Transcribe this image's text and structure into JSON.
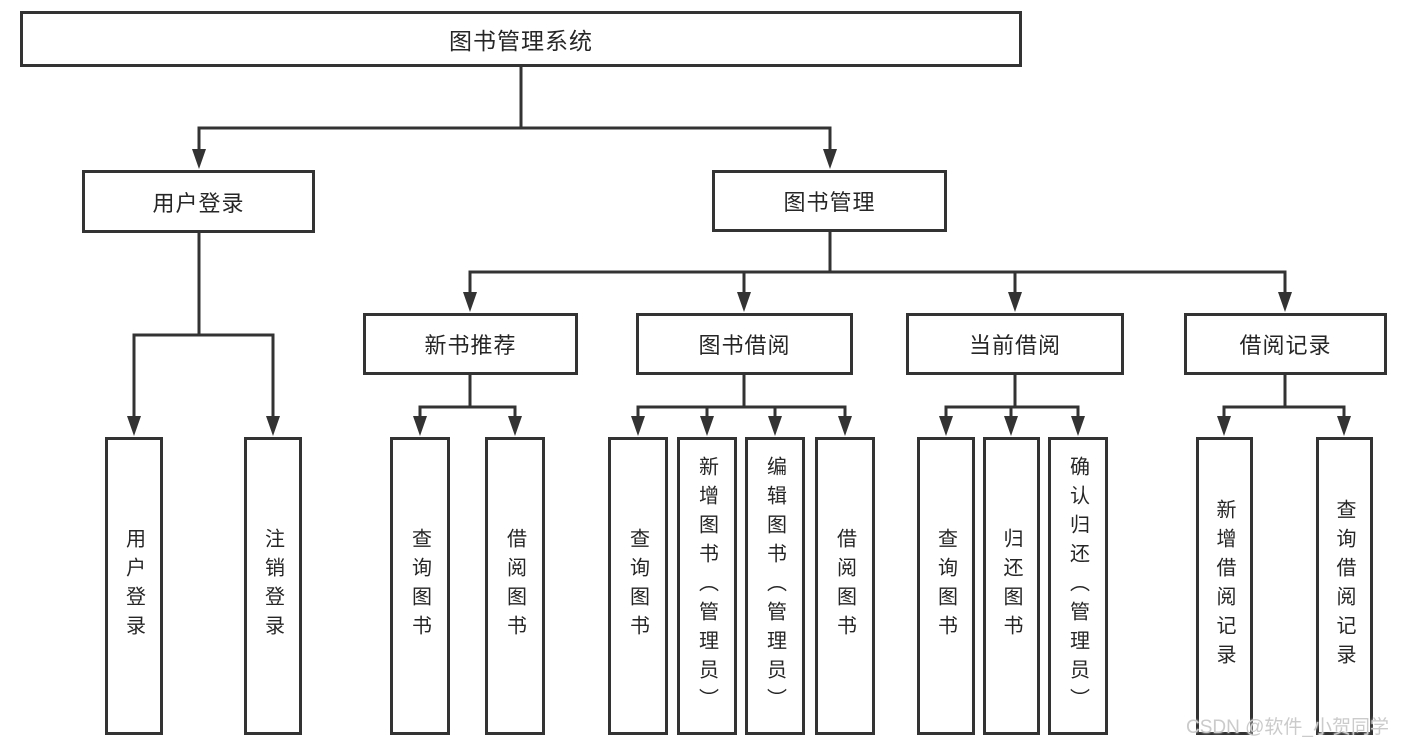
{
  "diagram_type": "hierarchy-tree",
  "tree": {
    "label": "图书管理系统",
    "children": [
      {
        "label": "用户登录",
        "children": [
          {
            "label": "用户登录"
          },
          {
            "label": "注销登录"
          }
        ]
      },
      {
        "label": "图书管理",
        "children": [
          {
            "label": "新书推荐",
            "children": [
              {
                "label": "查询图书"
              },
              {
                "label": "借阅图书"
              }
            ]
          },
          {
            "label": "图书借阅",
            "children": [
              {
                "label": "查询图书"
              },
              {
                "label": "新增图书（管理员）"
              },
              {
                "label": "编辑图书（管理员）"
              },
              {
                "label": "借阅图书"
              }
            ]
          },
          {
            "label": "当前借阅",
            "children": [
              {
                "label": "查询图书"
              },
              {
                "label": "归还图书"
              },
              {
                "label": "确认归还（管理员）"
              }
            ]
          },
          {
            "label": "借阅记录",
            "children": [
              {
                "label": "新增借阅记录"
              },
              {
                "label": "查询借阅记录"
              }
            ]
          }
        ]
      }
    ]
  },
  "watermark": {
    "text": "CSDN @软件_小贺同学",
    "color": "#cbcbcb"
  },
  "colors": {
    "background": "#ffffff",
    "box_fill": "#ffffff",
    "box_border": "#333333",
    "line": "#333333",
    "text": "#262626"
  }
}
